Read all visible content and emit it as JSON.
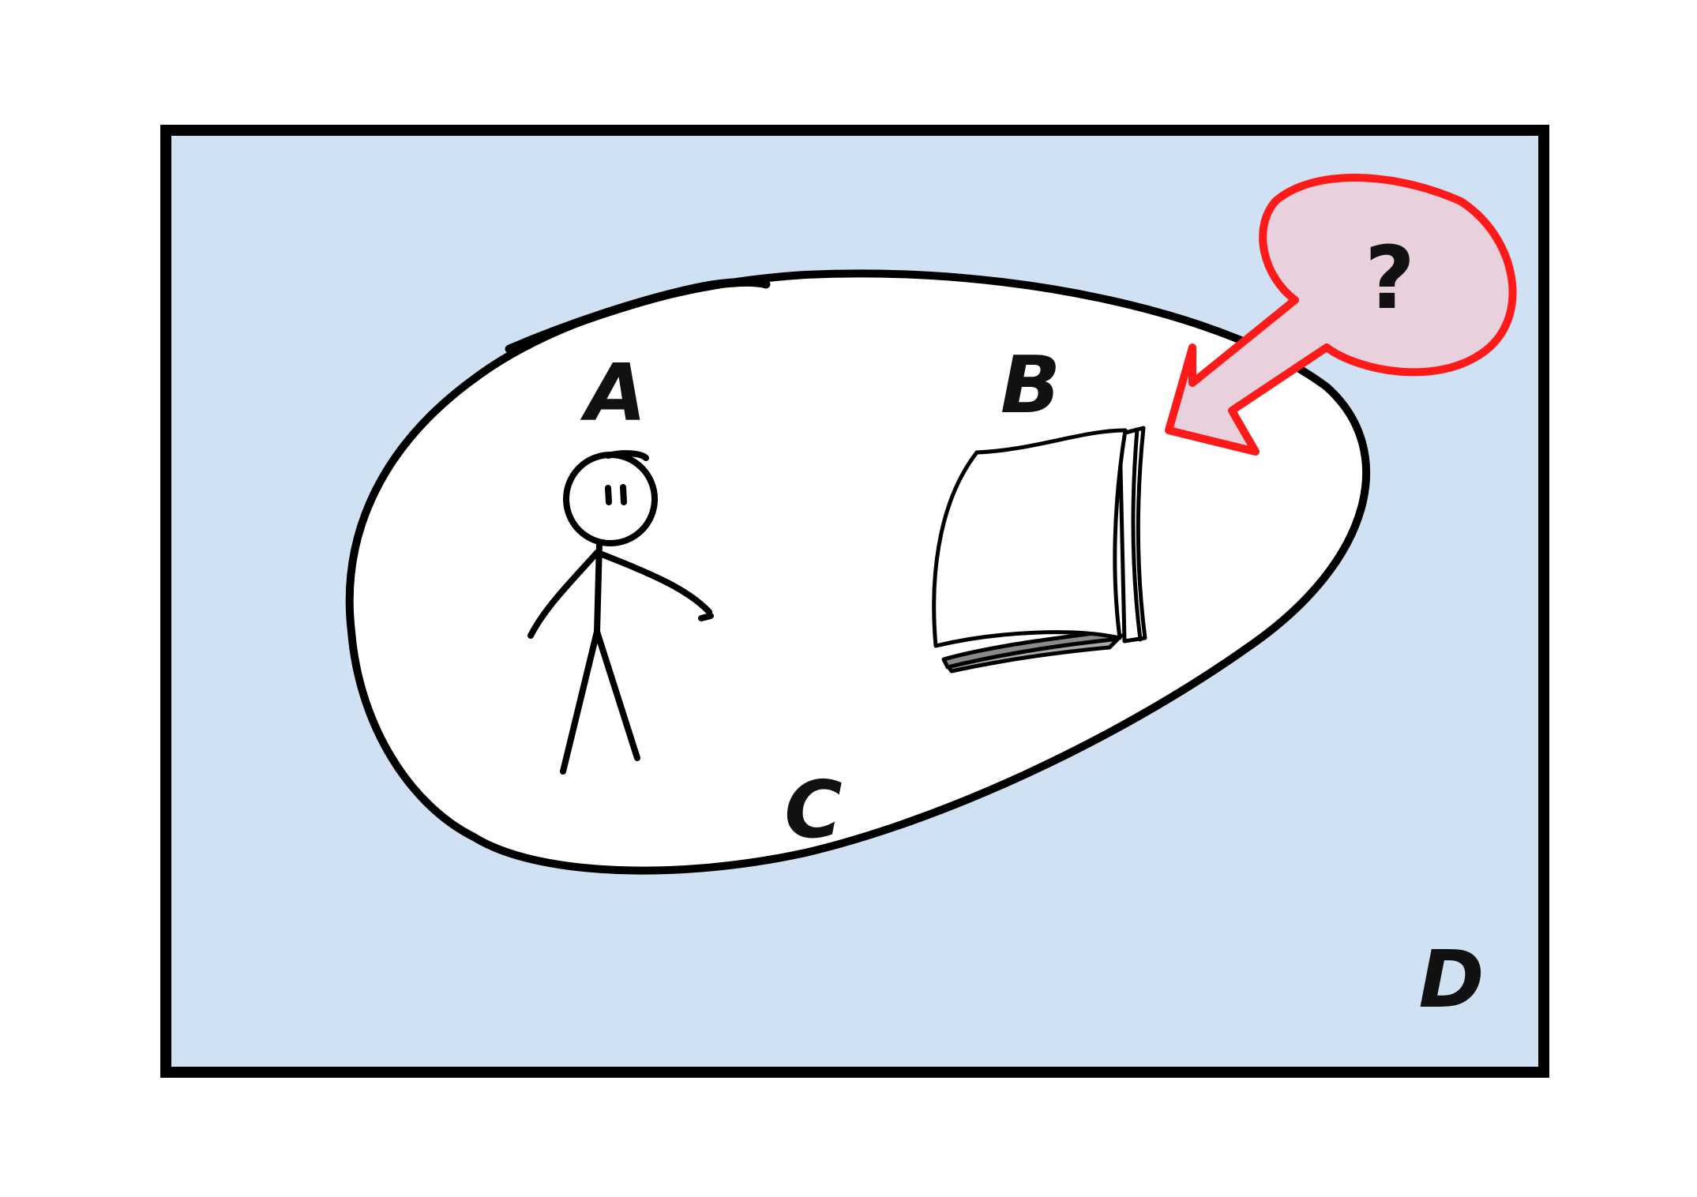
{
  "labels": {
    "a": "A",
    "b": "B",
    "c": "C",
    "d": "D"
  },
  "callout": {
    "symbol": "?"
  },
  "colors": {
    "frame_fill": "#cfe1f2",
    "frame_stroke": "#000000",
    "ellipse_fill": "#ffffff",
    "ink": "#111111",
    "callout_fill": "#e8d0dc",
    "callout_stroke": "#ff1a1a"
  },
  "icons": {
    "person": "stick-figure-icon",
    "document": "paper-stack-icon",
    "callout": "question-arrow-callout"
  }
}
